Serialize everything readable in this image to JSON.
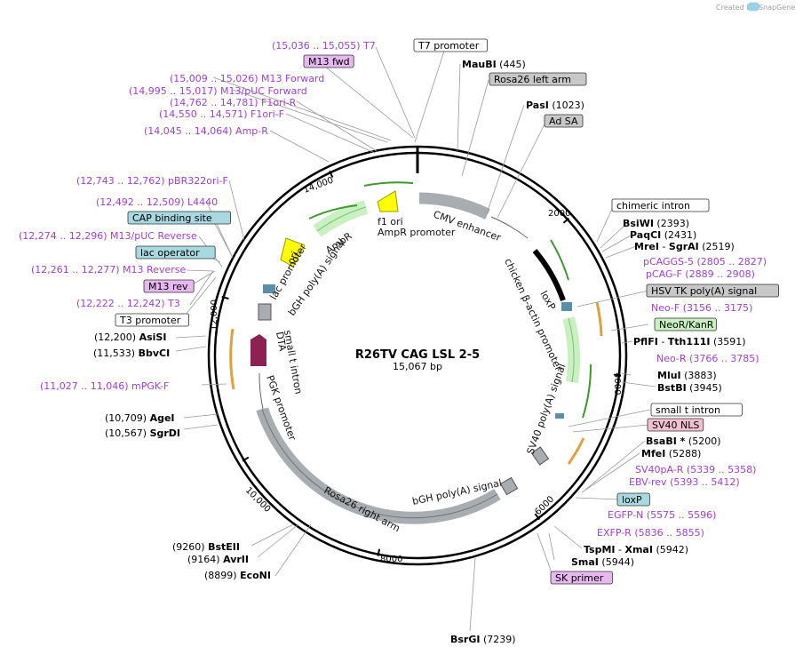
{
  "header": {
    "credit": "Created by",
    "brand": "SnapGene"
  },
  "plasmid": {
    "name": "R26TV CAG LSL 2-5",
    "size_label": "15,067 bp"
  },
  "ticks": [
    {
      "pos": 2000,
      "label": "2000"
    },
    {
      "pos": 4000,
      "label": "4000"
    },
    {
      "pos": 6000,
      "label": "6000"
    },
    {
      "pos": 8000,
      "label": "8000"
    },
    {
      "pos": 10000,
      "label": "10,000"
    },
    {
      "pos": 12000,
      "label": "12,000"
    },
    {
      "pos": 14000,
      "label": "14,000"
    }
  ],
  "feature_labels": [
    {
      "text": "CMV enhancer"
    },
    {
      "text": "chicken β-actin promoter"
    },
    {
      "text": "loxP"
    },
    {
      "text": "SV40 poly(A) signal"
    },
    {
      "text": "bGH poly(A) signal"
    },
    {
      "text": "Rosa26 right arm"
    },
    {
      "text": "PGK promoter"
    },
    {
      "text": "small t intron"
    },
    {
      "text": "DTA"
    },
    {
      "text": "lac promoter"
    },
    {
      "text": "bGH poly(A) signal"
    },
    {
      "text": "ori"
    },
    {
      "text": "AmpR"
    },
    {
      "text": "f1 ori"
    },
    {
      "text": "AmpR promoter"
    }
  ],
  "boxed_labels": [
    {
      "text": "T7 promoter",
      "color": "#ffffff"
    },
    {
      "text": "M13 fwd",
      "color": "#e7b8f0"
    },
    {
      "text": "Rosa26 left arm",
      "color": "#c8c8c8"
    },
    {
      "text": "Ad SA",
      "color": "#c8c8c8"
    },
    {
      "text": "chimeric intron",
      "color": "#ffffff"
    },
    {
      "text": "HSV TK poly(A) signal",
      "color": "#c8c8c8"
    },
    {
      "text": "NeoR/KanR",
      "color": "#c8f0c0"
    },
    {
      "text": "small t intron",
      "color": "#ffffff"
    },
    {
      "text": "SV40 NLS",
      "color": "#f0c0d0"
    },
    {
      "text": "loxP",
      "color": "#a8d8e0"
    },
    {
      "text": "SK primer",
      "color": "#e7b8f0"
    },
    {
      "text": "CAP binding site",
      "color": "#a8d8e0"
    },
    {
      "text": "lac operator",
      "color": "#a8d8e0"
    },
    {
      "text": "M13 rev",
      "color": "#e7b8f0"
    },
    {
      "text": "T3 promoter",
      "color": "#ffffff"
    }
  ],
  "enzymes": [
    {
      "name": "MauBI",
      "pos": "(445)"
    },
    {
      "name": "PasI",
      "pos": "(1023)"
    },
    {
      "name": "BsiWI",
      "pos": "(2393)"
    },
    {
      "name": "PaqCI",
      "pos": "(2431)"
    },
    {
      "name": "MreI",
      "sep": " - ",
      "name2": "SgrAI",
      "pos": "(2519)"
    },
    {
      "name": "PflFI",
      "sep": " - ",
      "name2": "Tth111I",
      "pos": "(3591)"
    },
    {
      "name": "MluI",
      "pos": "(3883)"
    },
    {
      "name": "BstBI",
      "pos": "(3945)"
    },
    {
      "name": "BsaBI *",
      "pos": "(5200)"
    },
    {
      "name": "MfeI",
      "pos": "(5288)"
    },
    {
      "name": "TspMI",
      "sep": " - ",
      "name2": "XmaI",
      "pos": "(5942)"
    },
    {
      "name": "SmaI",
      "pos": "(5944)"
    },
    {
      "name": "BsrGI",
      "pos": "(7239)"
    },
    {
      "name": "EcoNI",
      "pos": "(8899)"
    },
    {
      "name": "AvrII",
      "pos": "(9164)"
    },
    {
      "name": "BstEII",
      "pos": "(9260)"
    },
    {
      "name": "SgrDI",
      "pos": "(10,567)"
    },
    {
      "name": "AgeI",
      "pos": "(10,709)"
    },
    {
      "name": "BbvCI",
      "pos": "(11,533)"
    },
    {
      "name": "AsiSI",
      "pos": "(12,200)"
    }
  ],
  "primers": [
    {
      "range": "(15,036 .. 15,055)",
      "name": "T7"
    },
    {
      "range": "(15,009 .. 15,026)",
      "name": "M13 Forward"
    },
    {
      "range": "(14,995 .. 15,017)",
      "name": "M13/pUC Forward"
    },
    {
      "range": "(14,762 .. 14,781)",
      "name": "F1ori-R"
    },
    {
      "range": "(14,550 .. 14,571)",
      "name": "F1ori-F"
    },
    {
      "range": "(14,045 .. 14,064)",
      "name": "Amp-R"
    },
    {
      "range": "(12,743 .. 12,762)",
      "name": "pBR322ori-F"
    },
    {
      "range": "(12,492 .. 12,509)",
      "name": "L4440"
    },
    {
      "range": "(12,274 .. 12,296)",
      "name": "M13/pUC Reverse"
    },
    {
      "range": "(12,261 .. 12,277)",
      "name": "M13 Reverse"
    },
    {
      "range": "(12,222 .. 12,242)",
      "name": "T3"
    },
    {
      "range": "(11,027 .. 11,046)",
      "name": "mPGK-F"
    },
    {
      "name": "pCAGGS-5",
      "range": "(2805 .. 2827)"
    },
    {
      "name": "pCAG-F",
      "range": "(2889 .. 2908)"
    },
    {
      "name": "Neo-F",
      "range": "(3156 .. 3175)"
    },
    {
      "name": "Neo-R",
      "range": "(3766 .. 3785)"
    },
    {
      "name": "SV40pA-R",
      "range": "(5339 .. 5358)"
    },
    {
      "name": "EBV-rev",
      "range": "(5393 .. 5412)"
    },
    {
      "name": "EGFP-N",
      "range": "(5575 .. 5596)"
    },
    {
      "name": "EXFP-R",
      "range": "(5836 .. 5855)"
    }
  ],
  "colors": {
    "primer": "#a040d0",
    "promoter_fill": "#ffffff",
    "arm_fill": "#a8adb2",
    "amp_fill": "#c8f0c0",
    "neo_fill": "#c8f0c0",
    "ori_fill": "#ffff00",
    "dta_fill": "#8b2252",
    "loxp_fill": "#5b8fa8"
  }
}
